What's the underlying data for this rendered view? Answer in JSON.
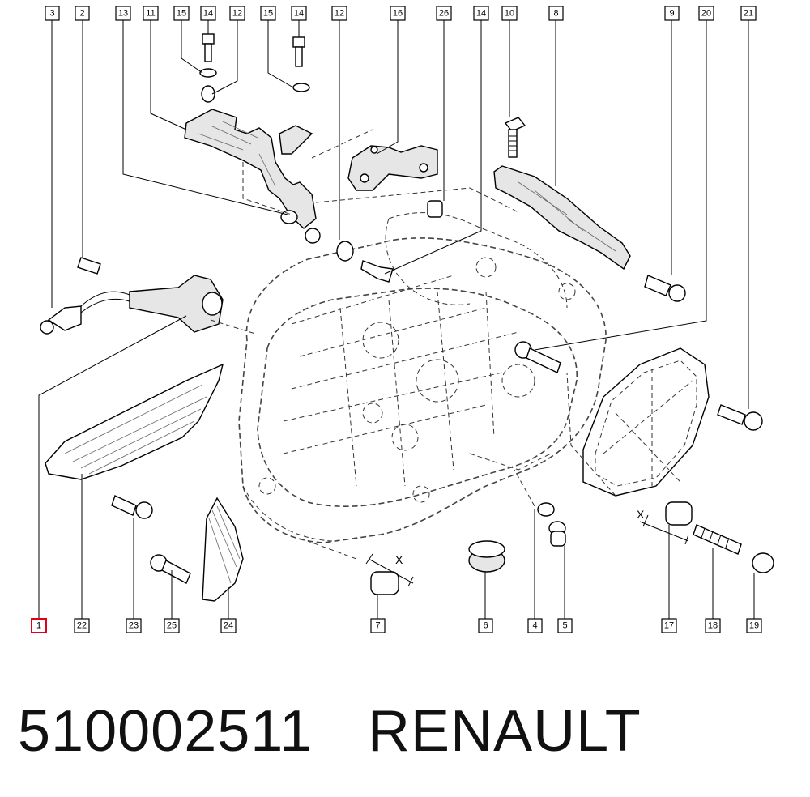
{
  "callouts": [
    {
      "id": "c3",
      "label": "3"
    },
    {
      "id": "c2",
      "label": "2"
    },
    {
      "id": "c13",
      "label": "13"
    },
    {
      "id": "c11",
      "label": "11"
    },
    {
      "id": "c15a",
      "label": "15"
    },
    {
      "id": "c14a",
      "label": "14"
    },
    {
      "id": "c12a",
      "label": "12"
    },
    {
      "id": "c15b",
      "label": "15"
    },
    {
      "id": "c14b",
      "label": "14"
    },
    {
      "id": "c12b",
      "label": "12"
    },
    {
      "id": "c16",
      "label": "16"
    },
    {
      "id": "c26",
      "label": "26"
    },
    {
      "id": "c14c",
      "label": "14"
    },
    {
      "id": "c10",
      "label": "10"
    },
    {
      "id": "c8",
      "label": "8"
    },
    {
      "id": "c9",
      "label": "9"
    },
    {
      "id": "c20",
      "label": "20"
    },
    {
      "id": "c21",
      "label": "21"
    },
    {
      "id": "c1",
      "label": "1",
      "selected": true
    },
    {
      "id": "c22",
      "label": "22"
    },
    {
      "id": "c23",
      "label": "23"
    },
    {
      "id": "c25",
      "label": "25"
    },
    {
      "id": "c24",
      "label": "24"
    },
    {
      "id": "c7",
      "label": "7"
    },
    {
      "id": "c6",
      "label": "6"
    },
    {
      "id": "c4",
      "label": "4"
    },
    {
      "id": "c5",
      "label": "5"
    },
    {
      "id": "c17",
      "label": "17"
    },
    {
      "id": "c18",
      "label": "18"
    },
    {
      "id": "c19",
      "label": "19"
    }
  ],
  "dimension_labels": {
    "x_left": "X",
    "x_right": "X"
  },
  "footer": {
    "part_number": "510002511",
    "brand": "RENAULT"
  },
  "colors": {
    "selected_outline": "#e0001b",
    "line": "#000000"
  }
}
